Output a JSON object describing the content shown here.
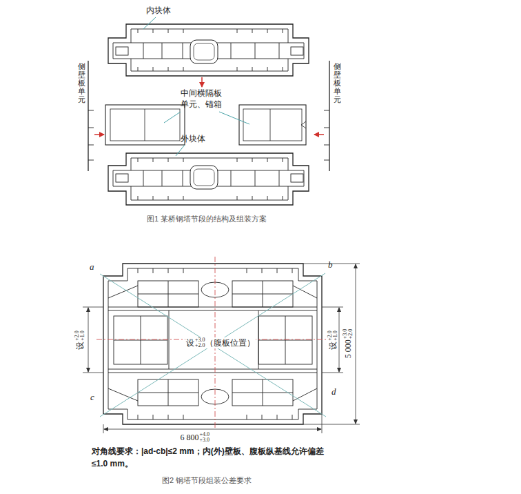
{
  "diagram": {
    "caption": "图2 钢塔节段组装公差要求",
    "labels": [
      "内块体",
      "侧壁板单元",
      "侧壁板单元",
      "中间横隔板 单元、锚箱",
      "外块体",
      "图1 某桥钢塔节段的结构及组装方案",
      "a",
      "b",
      "c",
      "d",
      "设",
      "+2.0",
      "+1.0",
      "设",
      "+3.0",
      "+2.0",
      "（腹板位置）",
      "设",
      "+2.0",
      "+1.0",
      "5 000",
      "+3.0",
      "+2.0",
      "6 800",
      "+4.0",
      "+3.0",
      "对角线要求：|ad-cb|≤2 mm；内(外)壁板、腹板纵基线允许偏差≤1.0 mm。"
    ]
  }
}
